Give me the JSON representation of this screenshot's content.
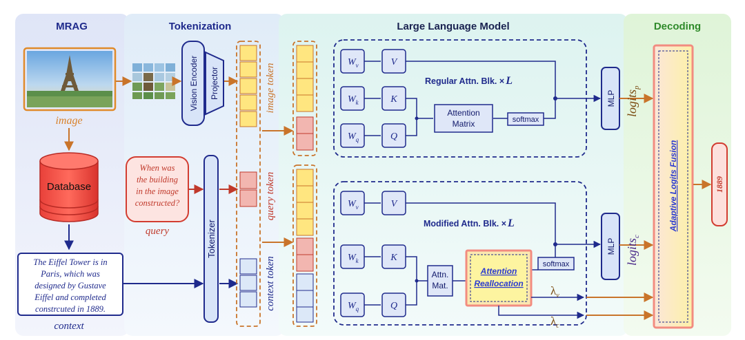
{
  "sections": {
    "mrag": "MRAG",
    "tokenization": "Tokenization",
    "llm": "Large Language Model",
    "decoding": "Decoding"
  },
  "labels": {
    "image": "image",
    "database": "Database",
    "query_text": [
      "When was",
      "the building",
      "in the image",
      "constructed?"
    ],
    "query": "query",
    "context_text": [
      "The Eiffel Tower is in",
      "Paris, which was",
      "designed by Gustave",
      "Eiffel and completed",
      "constrcuted in 1889."
    ],
    "context": "context",
    "vision_encoder": "Vision Encoder",
    "projector": "Projector",
    "tokenizer": "Tokenizer",
    "image_token": "image token",
    "query_token": "query token",
    "context_token": "context token"
  },
  "regular_block": {
    "title": "Regular Attn. Blk. ×",
    "title_var": "L",
    "wv_base": "W",
    "wv_sub": "v",
    "wk_base": "W",
    "wk_sub": "k",
    "wq_base": "W",
    "wq_sub": "q",
    "v": "V",
    "k": "K",
    "q": "Q",
    "attn_matrix": [
      "Attention",
      "Matrix"
    ],
    "softmax": "softmax"
  },
  "modified_block": {
    "title": "Modified Attn. Blk. ×",
    "title_var": "L",
    "wv_base": "W",
    "wv_sub": "v",
    "wk_base": "W",
    "wk_sub": "k",
    "wq_base": "W",
    "wq_sub": "q",
    "v": "V",
    "k": "K",
    "q": "Q",
    "attn_mat": [
      "Attn.",
      "Mat."
    ],
    "attention_reallocation": [
      "Attention",
      "Reallocation"
    ],
    "softmax": "softmax",
    "lambda_v": "λ",
    "lambda_v_sub": "v",
    "lambda_c": "λ",
    "lambda_c_sub": "c"
  },
  "mlp_top": "MLP",
  "mlp_bottom": "MLP",
  "logits_p": "logits",
  "logits_p_sub": "p",
  "logits_c": "logits",
  "logits_c_sub": "c",
  "fusion": "Adaptive Logits Fusion",
  "answer": "1889",
  "colors": {
    "navy": "#1f2a8c",
    "orange": "#c9742a",
    "red": "#c0392b",
    "token_yellow": "#ffe680",
    "token_pink": "#f2b6b0",
    "token_blue": "#dce8f8",
    "panel_mrag": "#e6ebf8",
    "panel_tok": "#e8f1fa",
    "panel_llm": "#e6f6f4",
    "panel_dec": "#e8f7e2"
  }
}
